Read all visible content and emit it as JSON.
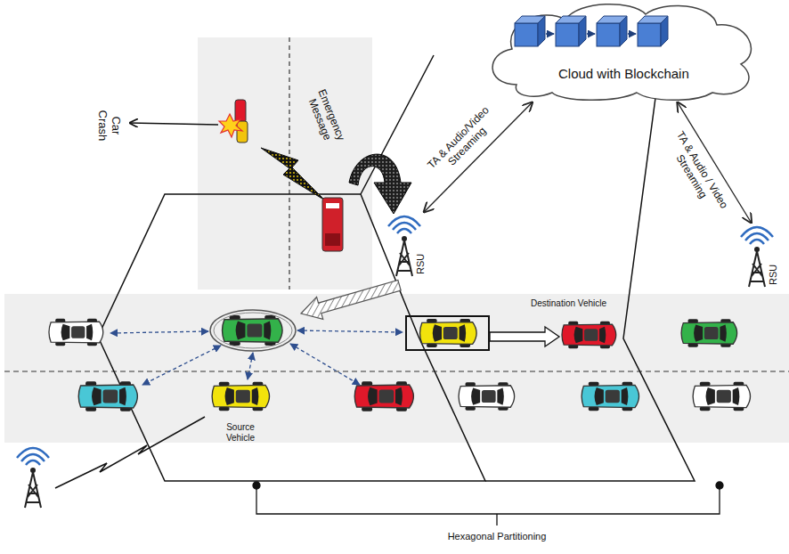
{
  "diagram": {
    "nodes": [
      {
        "text": [
          "Cloud with Blockchain"
        ]
      },
      {
        "text": [
          "RSU"
        ]
      },
      {
        "text": [
          "RSU"
        ]
      }
    ],
    "edges": [
      {
        "from": 0,
        "to": 1,
        "arrow": "both",
        "label": "TA & Audio/Video Streaming"
      },
      {
        "from": 0,
        "to": 2,
        "arrow": "both",
        "label": "TA & Audio / Video Streaming"
      }
    ],
    "labels": [
      "Car Crash",
      "Emergency Message",
      "Destination Vehicle",
      "Source Vehicle",
      "Hexagonal Partitioning"
    ]
  }
}
